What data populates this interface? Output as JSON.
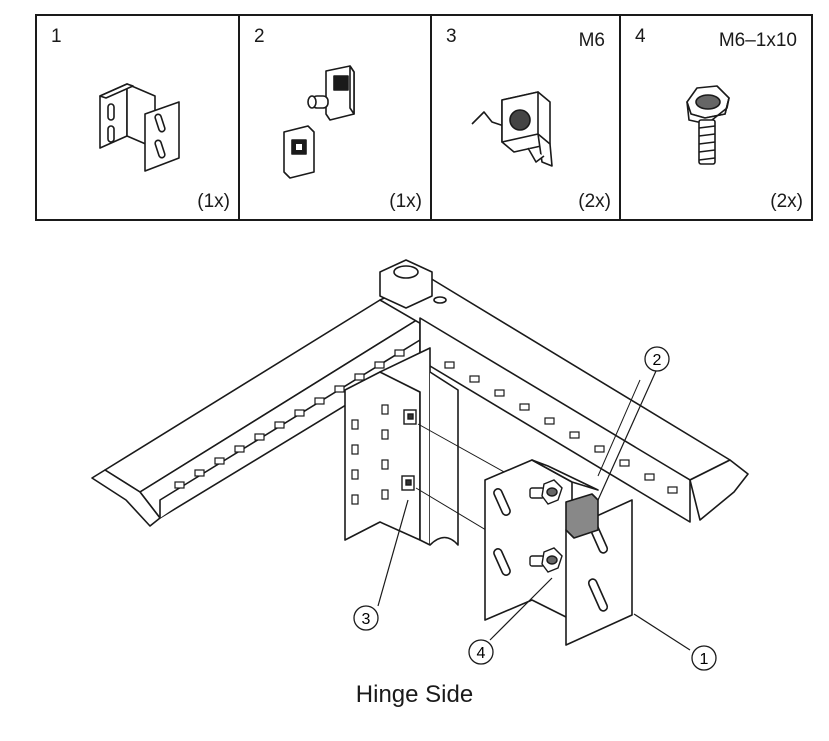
{
  "parts": [
    {
      "number": "1",
      "spec": "",
      "quantity": "(1x)",
      "icon": "hinge-bracket-icon"
    },
    {
      "number": "2",
      "spec": "",
      "quantity": "(1x)",
      "icon": "latch-block-icon"
    },
    {
      "number": "3",
      "spec": "M6",
      "quantity": "(2x)",
      "icon": "cage-nut-icon"
    },
    {
      "number": "4",
      "spec": "M6–1x10",
      "quantity": "(2x)",
      "icon": "hex-screw-icon"
    }
  ],
  "callouts": [
    {
      "label": "1"
    },
    {
      "label": "2"
    },
    {
      "label": "3"
    },
    {
      "label": "4"
    }
  ],
  "caption": "Hinge Side"
}
